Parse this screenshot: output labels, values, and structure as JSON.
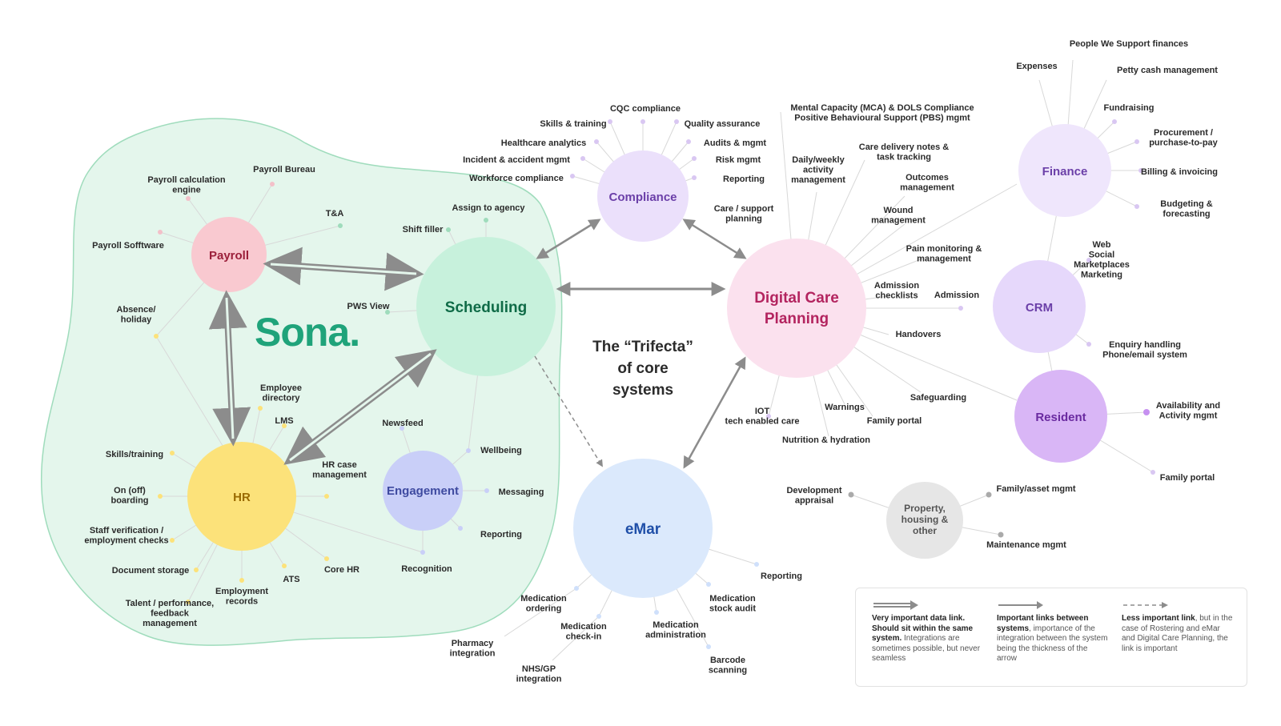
{
  "brand": {
    "logo_text": "Sona.",
    "color": "#1fa37a"
  },
  "center_text": {
    "line1": "The “Trifecta”",
    "line2": "of core",
    "line3": "systems"
  },
  "hubs": {
    "payroll": {
      "label": "Payroll",
      "fill": "#f9c9d0",
      "text": "#9b1f3a"
    },
    "scheduling": {
      "label": "Scheduling",
      "fill": "#c7f1dc",
      "text": "#0f6b47"
    },
    "hr": {
      "label": "HR",
      "fill": "#fce27a",
      "text": "#9a6a00"
    },
    "engagement": {
      "label": "Engagement",
      "fill": "#c9cff8",
      "text": "#3e4aa0"
    },
    "compliance": {
      "label": "Compliance",
      "fill": "#ebe0fb",
      "text": "#6b3fa8"
    },
    "dcp": {
      "label_line1": "Digital Care",
      "label_line2": "Planning",
      "fill": "#fbe1ee",
      "text": "#b3245f"
    },
    "emar": {
      "label": "eMar",
      "fill": "#dbe9fc",
      "text": "#1f4fa8"
    },
    "finance": {
      "label": "Finance",
      "fill": "#efe6fc",
      "text": "#6b3fa8"
    },
    "crm": {
      "label": "CRM",
      "fill": "#e6d8fb",
      "text": "#6b3fa8"
    },
    "resident": {
      "label": "Resident",
      "fill": "#d9b6f6",
      "text": "#6a2aa0"
    },
    "property": {
      "label_line1": "Property,",
      "label_line2": "housing &",
      "label_line3": "other",
      "fill": "#e6e6e6",
      "text": "#555555"
    }
  },
  "labels": {
    "payroll_bureau": "Payroll Bureau",
    "payroll_calc": [
      "Payroll calculation",
      "engine"
    ],
    "payroll_software": "Payroll Sofftware",
    "ta": "T&A",
    "absence": [
      "Absence/",
      "holiday"
    ],
    "shift_filler": "Shift filler",
    "assign_agency": "Assign to agency",
    "pws_view": "PWS View",
    "employee_dir": [
      "Employee",
      "directory"
    ],
    "lms": "LMS",
    "newsfeed": "Newsfeed",
    "skills_training_hr": "Skills/training",
    "on_off_boarding": [
      "On (off)",
      "boarding"
    ],
    "staff_verification": [
      "Staff verification /",
      "employment checks"
    ],
    "document_storage": "Document storage",
    "talent": [
      "Talent / performance,",
      "feedback",
      "management"
    ],
    "employment_records": [
      "Employment",
      "records"
    ],
    "ats": "ATS",
    "core_hr": "Core HR",
    "hr_case": [
      "HR case",
      "management"
    ],
    "wellbeing": "Wellbeing",
    "messaging": "Messaging",
    "reporting_eng": "Reporting",
    "recognition": "Recognition",
    "cqc": "CQC compliance",
    "skills_training_comp": "Skills & training",
    "quality_assurance": "Quality assurance",
    "healthcare_analytics": "Healthcare analytics",
    "audits": "Audits & mgmt",
    "incident": "Incident & accident mgmt",
    "risk": "Risk mgmt",
    "workforce": "Workforce compliance",
    "reporting_comp": "Reporting",
    "mca": [
      "Mental Capacity (MCA) & DOLS Compliance",
      "Positive Behavioural Support (PBS) mgmt"
    ],
    "daily_weekly": [
      "Daily/weekly",
      "activity",
      "management"
    ],
    "care_delivery": [
      "Care delivery notes &",
      "task tracking"
    ],
    "outcomes": [
      "Outcomes",
      "management"
    ],
    "care_support": [
      "Care / support",
      "planning"
    ],
    "wound": [
      "Wound",
      "management"
    ],
    "pain": [
      "Pain monitoring &",
      "management"
    ],
    "admission_checklists": [
      "Admission",
      "checklists"
    ],
    "admission": "Admission",
    "handovers": "Handovers",
    "safeguarding": "Safeguarding",
    "warnings": "Warnings",
    "family_portal_dcp": "Family portal",
    "iot": [
      "IOT",
      "tech enabled care"
    ],
    "nutrition": "Nutrition & hydration",
    "people_finances": "People We Support finances",
    "expenses": "Expenses",
    "petty_cash": "Petty cash management",
    "fundraising": "Fundraising",
    "procurement": [
      "Procurement /",
      "purchase-to-pay"
    ],
    "billing": "Billing & invoicing",
    "budgeting": [
      "Budgeting &",
      "forecasting"
    ],
    "crm_web": [
      "Web",
      "Social",
      "Marketplaces",
      "Marketing"
    ],
    "enquiry": [
      "Enquiry handling",
      "Phone/email system"
    ],
    "availability": [
      "Availability and",
      "Activity mgmt"
    ],
    "family_portal_res": "Family portal",
    "development_appraisal": [
      "Development",
      "appraisal"
    ],
    "family_asset": "Family/asset mgmt",
    "maintenance": "Maintenance mgmt",
    "reporting_emar": "Reporting",
    "med_ordering": [
      "Medication",
      "ordering"
    ],
    "med_stock": [
      "Medication",
      "stock audit"
    ],
    "med_checkin": [
      "Medication",
      "check-in"
    ],
    "med_admin": [
      "Medication",
      "administration"
    ],
    "pharmacy": [
      "Pharmacy",
      "integration"
    ],
    "barcode": [
      "Barcode",
      "scanning"
    ],
    "nhs_gp": [
      "NHS/GP",
      "integration"
    ]
  },
  "legend": [
    {
      "bold": "Very important data link. Should sit within the same system.",
      "rest": " Integrations are sometimes possible, but never seamless"
    },
    {
      "bold": "Important links between systems",
      "rest": ", importance of the integration between the system being the thickness of the arrow"
    },
    {
      "bold": "Less important link",
      "rest": ", but in the case of Rostering and eMar and Digital Care Planning, the link is important"
    }
  ]
}
